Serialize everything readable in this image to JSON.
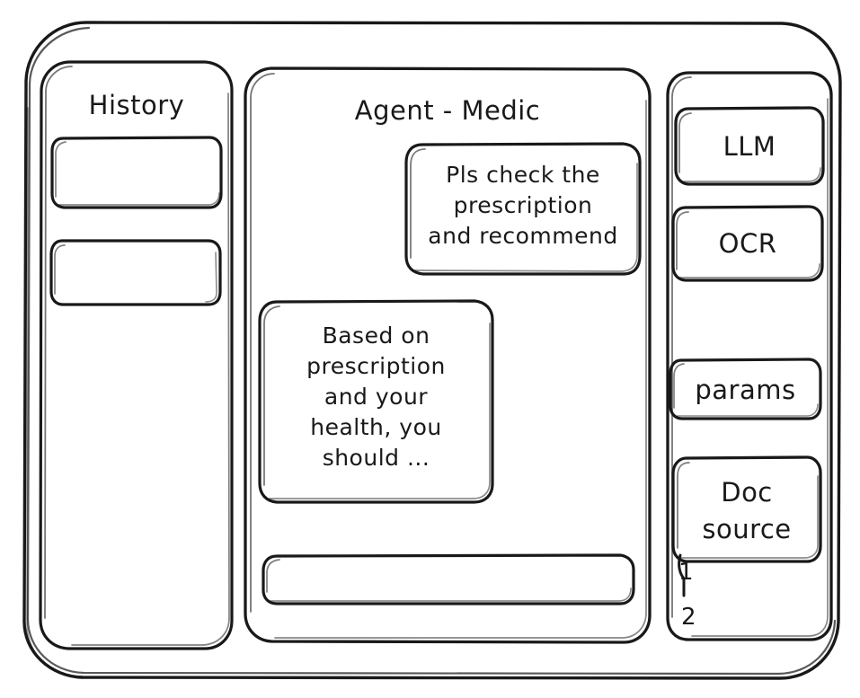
{
  "window": {
    "name": "agent-wireframe-window",
    "style": "hand-drawn-wireframe",
    "stroke_color": "#191919",
    "background_color": "#ffffff"
  },
  "sidebar_left": {
    "title": "History",
    "items": [
      {
        "label": "",
        "name": "history-item-1"
      },
      {
        "label": "",
        "name": "history-item-2"
      }
    ]
  },
  "main": {
    "title": "Agent - Medic",
    "messages": [
      {
        "role": "user",
        "text": "Pls check the\nprescription\nand recommend",
        "align": "right"
      },
      {
        "role": "assistant",
        "text": "Based on\nprescription\nand your\nhealth, you\nshould ...",
        "align": "left"
      }
    ],
    "composer": {
      "value": "",
      "placeholder": ""
    }
  },
  "sidebar_right": {
    "tools": [
      {
        "label": "LLM",
        "name": "tool-llm"
      },
      {
        "label": "OCR",
        "name": "tool-ocr"
      },
      {
        "label": "params",
        "name": "tool-params"
      },
      {
        "label": "Doc\nsource",
        "name": "tool-doc-source"
      }
    ],
    "doc_source_list": [
      {
        "label": "1"
      },
      {
        "label": "2"
      }
    ]
  }
}
